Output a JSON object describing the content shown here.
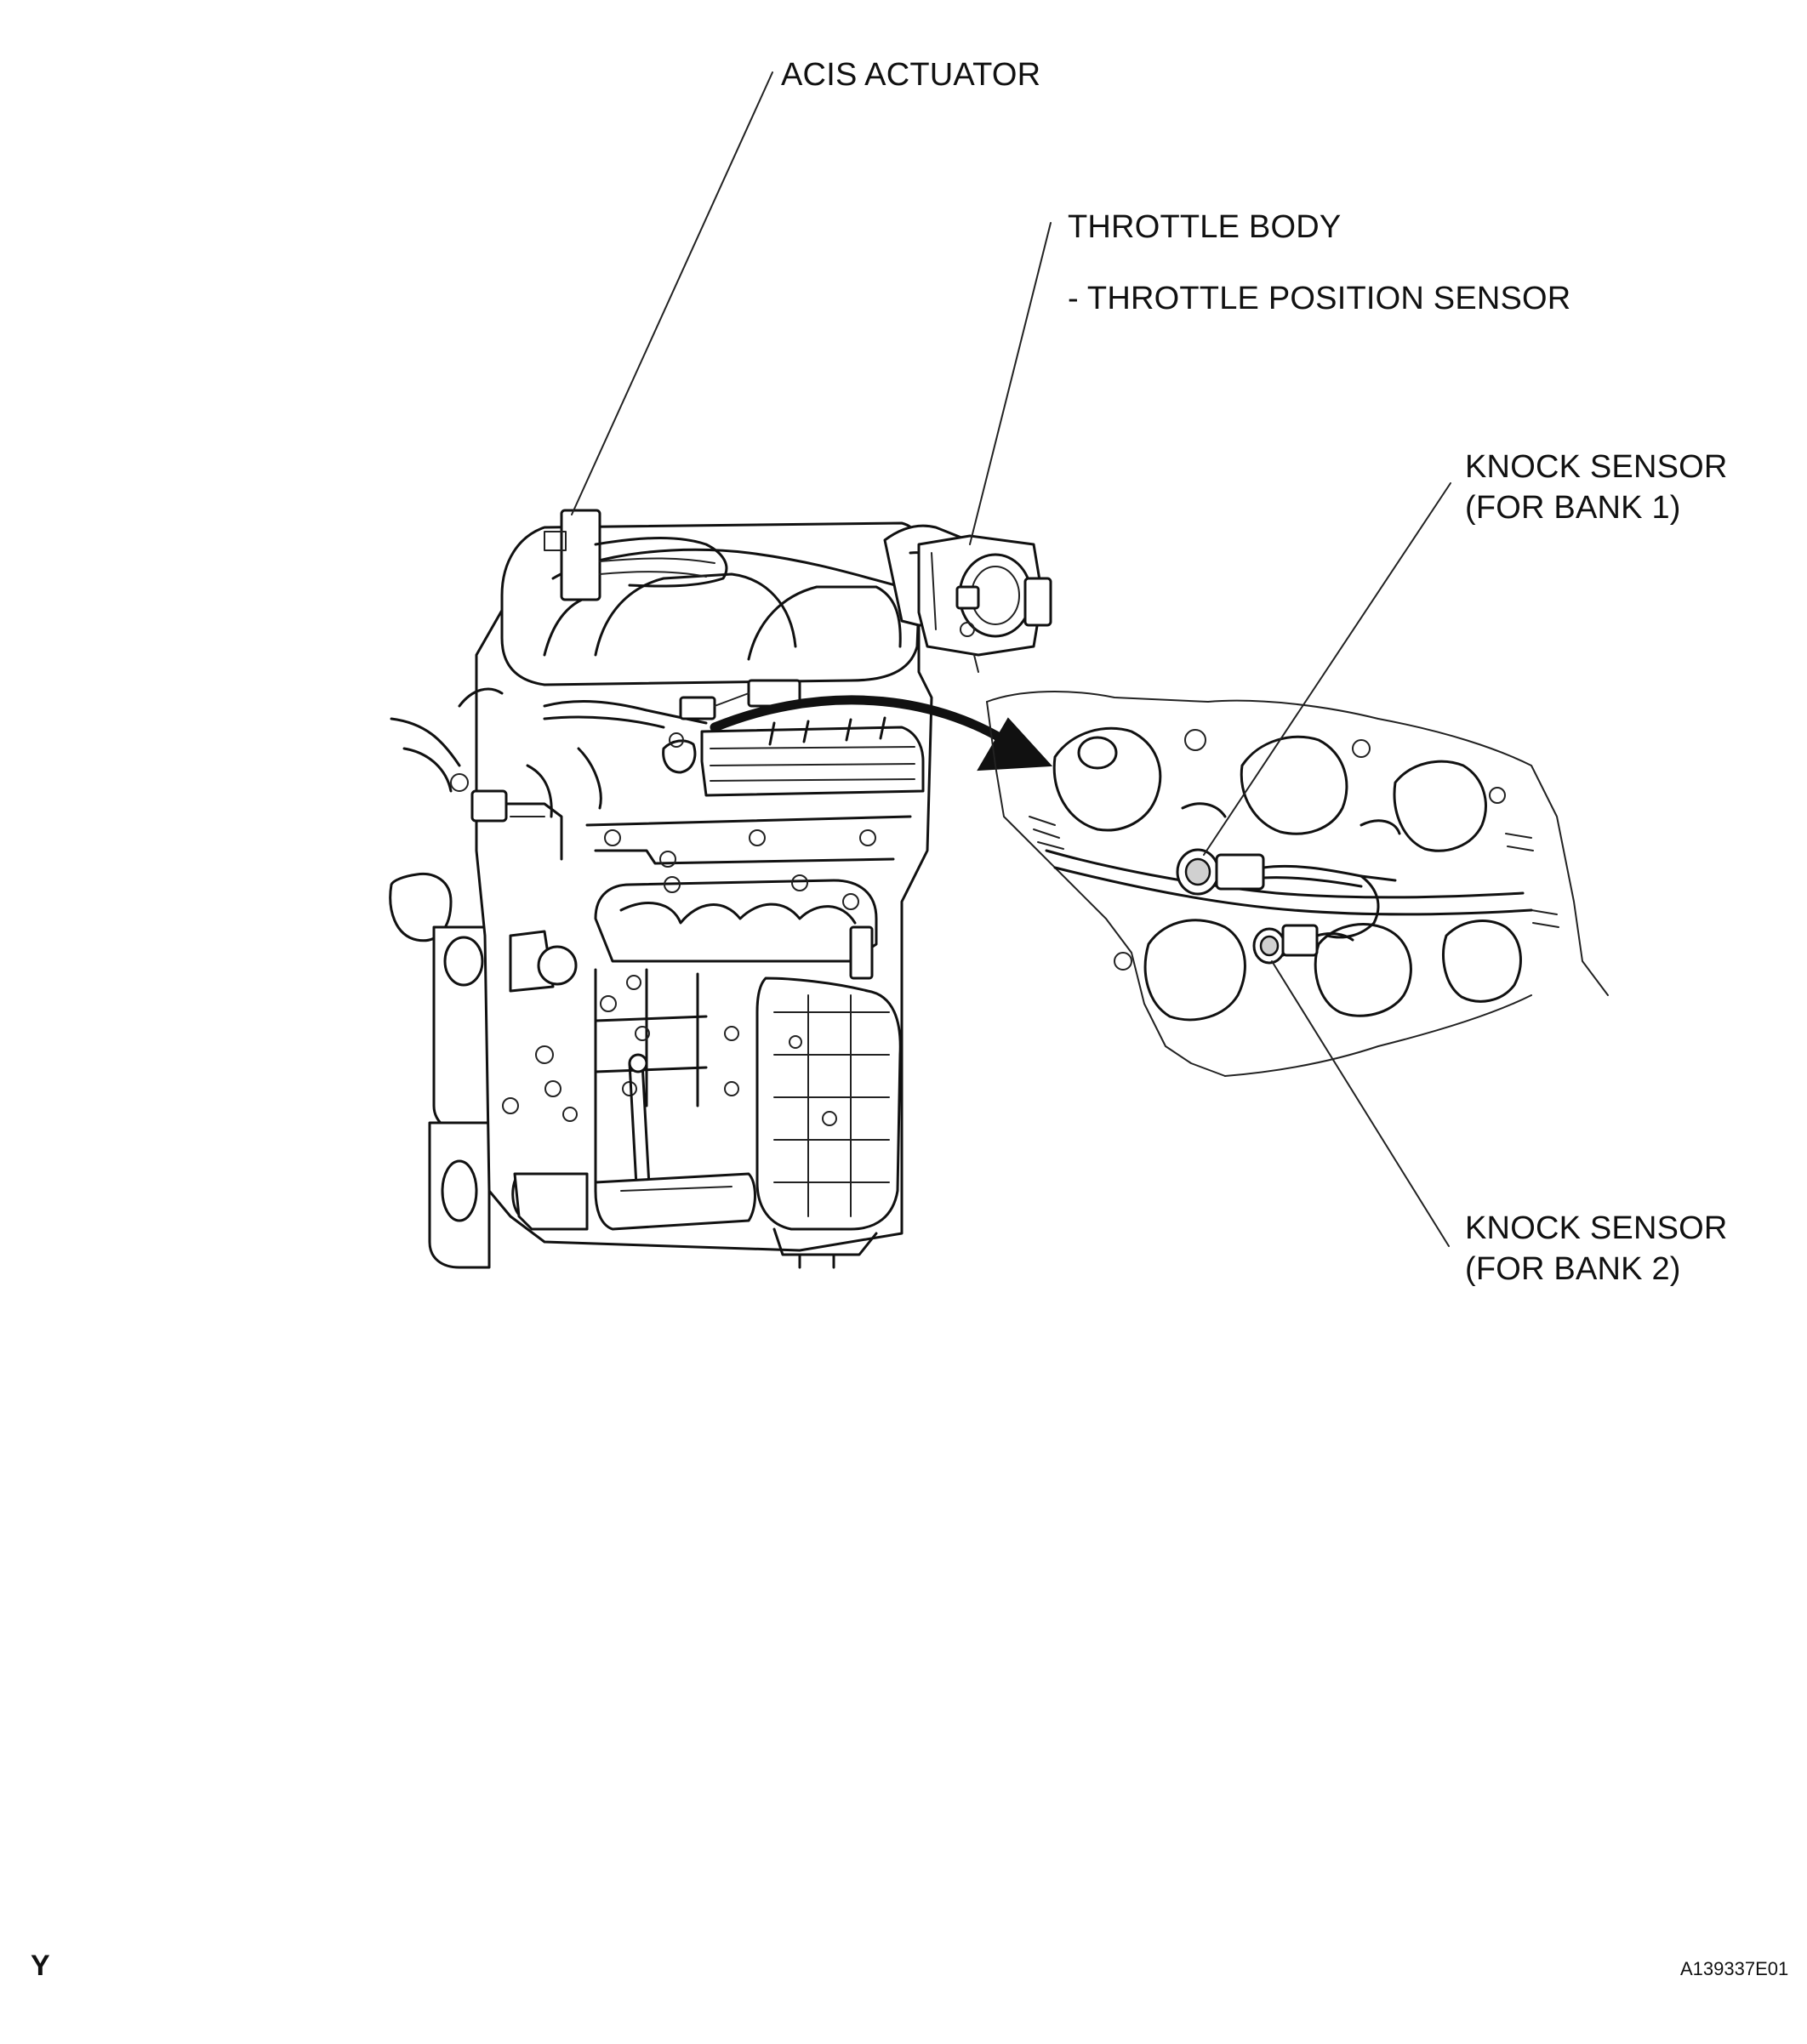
{
  "labels": {
    "acis_actuator": "ACIS ACTUATOR",
    "throttle_body": "THROTTLE BODY",
    "throttle_position_sensor": "- THROTTLE POSITION SENSOR",
    "knock_sensor_bank1_line1": "KNOCK SENSOR",
    "knock_sensor_bank1_line2": "(FOR BANK 1)",
    "knock_sensor_bank2_line1": "KNOCK SENSOR",
    "knock_sensor_bank2_line2": "(FOR BANK 2)"
  },
  "footer": {
    "corner_mark": "Y",
    "figure_code": "A139337E01"
  }
}
